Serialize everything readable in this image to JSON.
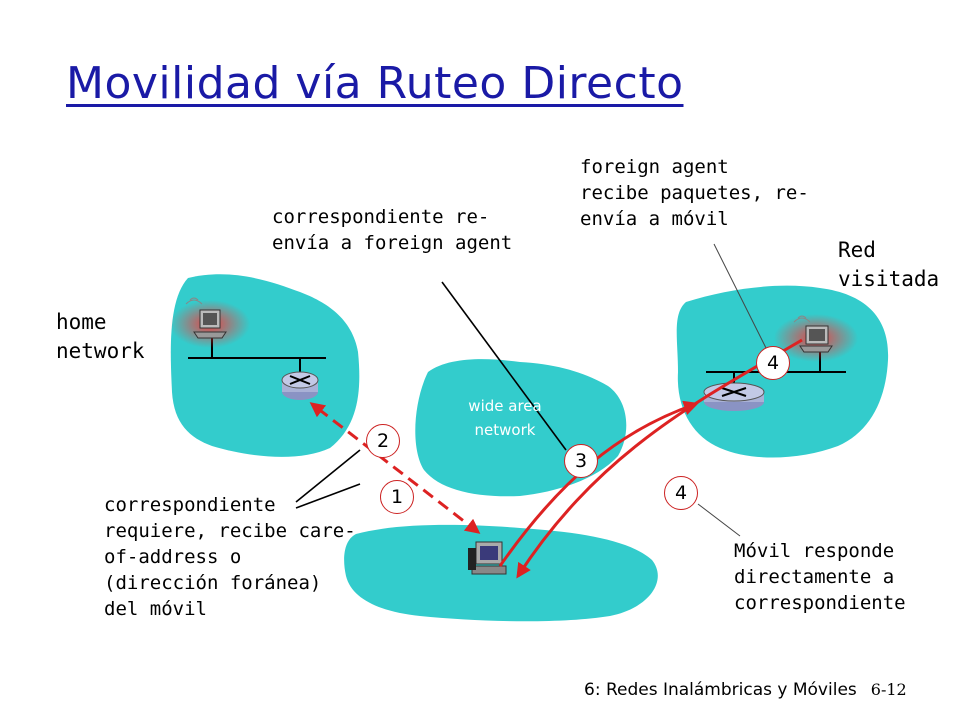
{
  "title": "Movilidad vía Ruteo Directo",
  "labels": {
    "home_network": [
      "home",
      "network"
    ],
    "visited_network": [
      "Red",
      "visitada"
    ],
    "wide_area_network": [
      "wide area",
      "network"
    ],
    "correspondent_forwards": [
      "correspondiente re-",
      "envía a foreign agent"
    ],
    "foreign_agent_receives": [
      "foreign agent",
      "recibe paquetes, re-",
      "envía a móvil"
    ],
    "correspondent_requests": [
      "correspondiente",
      "requiere, recibe care-",
      "of-address o",
      "(dirección foránea)",
      "del móvil"
    ],
    "mobile_replies": [
      "Móvil responde",
      "directamente a",
      "correspondiente"
    ]
  },
  "steps": {
    "one": "1",
    "two": "2",
    "three": "3",
    "four_top": "4",
    "four_bottom": "4"
  },
  "footer": {
    "chapter": "6: Redes Inalámbricas y Móviles",
    "page": "6-12"
  },
  "colors": {
    "title": "#1a1aa6",
    "network_fill": "#33cccc",
    "arrow": "#dd2222",
    "router": "#a9b1d6"
  }
}
